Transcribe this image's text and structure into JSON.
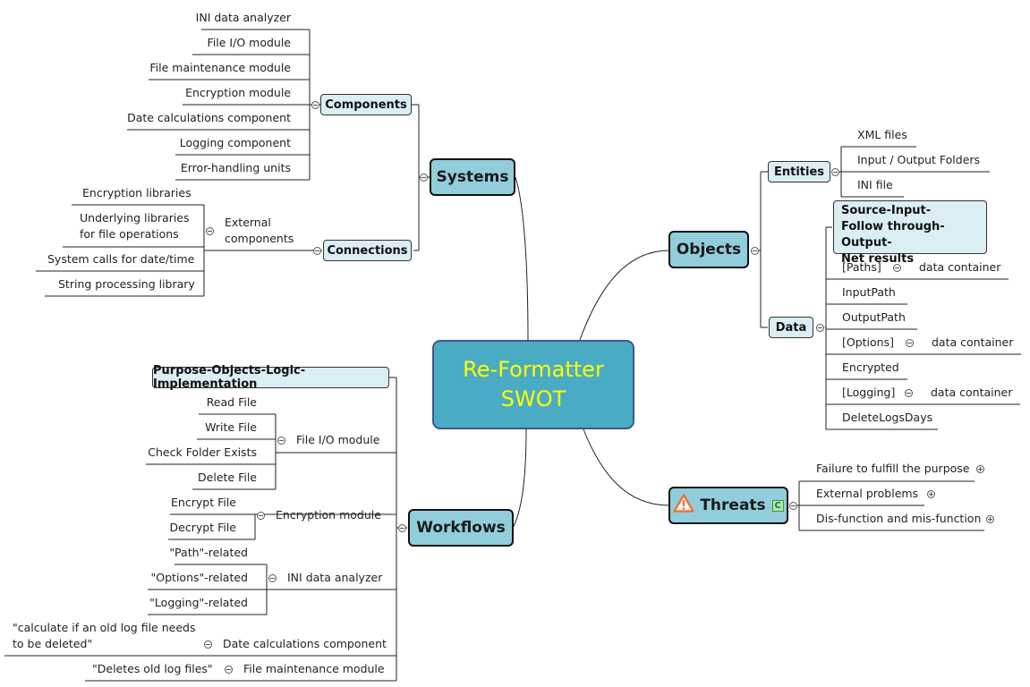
{
  "central": {
    "line1": "Re-Formatter",
    "line2": "SWOT"
  },
  "systems": {
    "label": "Systems",
    "components": {
      "label": "Components",
      "items": [
        "INI data analyzer",
        "File I/O module",
        "File maintenance module",
        "Encryption module",
        "Date calculations component",
        "Logging component",
        "Error-handling units"
      ]
    },
    "connections": {
      "label": "Connections",
      "external": {
        "label_line1": "External",
        "label_line2": "components",
        "items": [
          "Encryption libraries",
          "Underlying libraries",
          "for file operations",
          "System calls for date/time",
          "String processing library"
        ]
      }
    }
  },
  "objects": {
    "label": "Objects",
    "entities": {
      "label": "Entities",
      "items": [
        "XML files",
        "Input / Output Folders",
        "INI file"
      ]
    },
    "data": {
      "label": "Data",
      "summary": [
        "Source-Input-",
        "Follow through-Output-",
        "Net results"
      ],
      "items": [
        {
          "label": "[Paths]",
          "note": "data container"
        },
        {
          "label": "InputPath"
        },
        {
          "label": "OutputPath"
        },
        {
          "label": "[Options]",
          "note": "data container"
        },
        {
          "label": "Encrypted"
        },
        {
          "label": "[Logging]",
          "note": "data container"
        },
        {
          "label": "DeleteLogsDays"
        }
      ]
    }
  },
  "threats": {
    "label": "Threats",
    "icon": "warning-icon",
    "badge": "C",
    "items": [
      "Failure to fulfill the purpose",
      "External problems",
      "Dis-function and mis-function"
    ]
  },
  "workflows": {
    "label": "Workflows",
    "summary": "Purpose-Objects-Logic-Implementation",
    "file_io": {
      "label": "File I/O module",
      "items": [
        "Read File",
        "Write File",
        "Check Folder Exists",
        "Delete File"
      ]
    },
    "encryption": {
      "label": "Encryption module",
      "items": [
        "Encrypt File",
        "Decrypt File"
      ]
    },
    "ini": {
      "label": "INI data analyzer",
      "items": [
        "\"Path\"-related",
        "\"Options\"-related",
        "\"Logging\"-related"
      ]
    },
    "date": {
      "label": "Date calculations component",
      "note_line1": "\"calculate if an old log file needs",
      "note_line2": "to be deleted\""
    },
    "maintenance": {
      "label": "File maintenance module",
      "note": "\"Deletes old log files\""
    }
  },
  "colors": {
    "central_fill": "#4aabc5",
    "central_text": "#ffff00",
    "main_fill": "#92cddc",
    "sub_fill": "#dbeef4",
    "warning": "#e8773a"
  }
}
